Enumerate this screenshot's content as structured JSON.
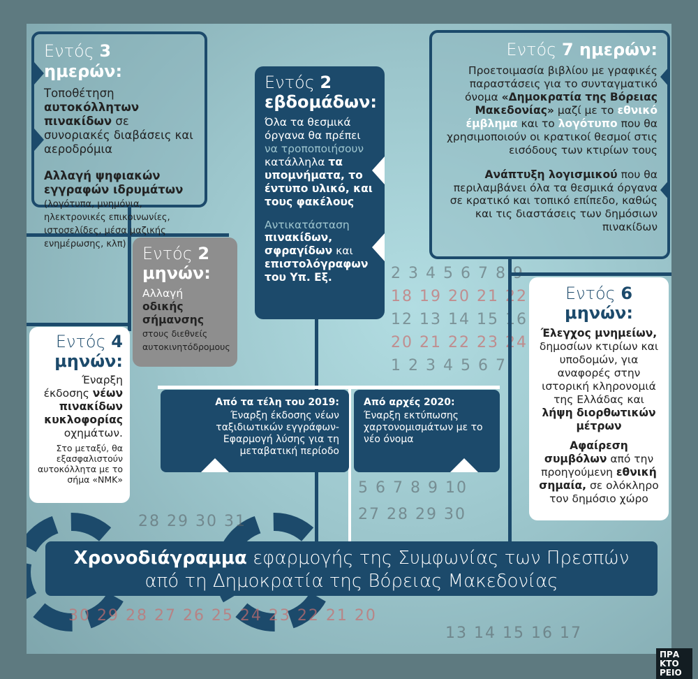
{
  "box_3_days": {
    "head_pre": "Εντός ",
    "head_bold": "3 ημερών:",
    "p1": [
      "Τοποθέτηση ",
      "αυτοκόλλητων πινακίδων",
      " σε συνοριακές διαβάσεις και αεροδρόμια"
    ],
    "p2_bold": "Αλλαγή ψηφιακών εγγραφών ιδρυμάτων",
    "p2_rest": "(λογότυπα, μνημόνια, ηλεκτρονικές επικοινωνίες, ιστοσελίδες, μέσα μαζικής ενημέρωσης, κλπ)"
  },
  "box_2_weeks": {
    "head_pre": "Εντός ",
    "head_bold1": "2",
    "head_bold2": "εβδομάδων:",
    "p1": [
      "Όλα τα θεσμικά όργανα θα πρέπει ",
      "να τροποποιήσουν",
      " κατάλληλα ",
      "τα υπομνήματα, το έντυπο υλικό, και τους φακέλους"
    ],
    "p2": [
      "Αντικατάσταση",
      "πινακίδων, σφραγίδων",
      " και ",
      "επιστολόγραφων του Υπ. Εξ."
    ]
  },
  "box_7_days": {
    "head_pre": "Εντός ",
    "head_bold": "7 ημερών:",
    "p1": [
      "Προετοιμασία βιβλίου με γραφικές παραστάσεις για το συνταγματικό όνομα ",
      "«Δημοκρατία της Βόρειας Μακεδονίας»",
      " μαζί με το ",
      "εθνικό έμβλημα",
      " και το ",
      "λογότυπο",
      " που θα χρησιμοποιούν οι κρατικοί θεσμοί στις εισόδους των κτιρίων τους"
    ],
    "p2": [
      "Ανάπτυξη λογισμικού",
      " που θα περιλαμβάνει όλα τα θεσμικά όργανα σε κρατικό και τοπικό επίπεδο, καθώς και τις διαστάσεις των δημόσιων πινακίδων"
    ]
  },
  "box_2_months": {
    "head_pre": "Εντός ",
    "head_bold1": "2",
    "head_bold2": "μηνών:",
    "p": [
      "Αλλαγή",
      "οδικής σήμανσης",
      "στους διεθνείς αυτοκινητόδρομους"
    ]
  },
  "box_4_months": {
    "head_pre": "Εντός ",
    "head_bold1": "4",
    "head_bold2": "μηνών:",
    "p1": [
      "Έναρξη έκδοσης ",
      "νέων πινακίδων κυκλοφορίας",
      " οχημάτων."
    ],
    "p2": "Στο μεταξύ, θα εξασφαλιστούν αυτοκόλλητα με το σήμα «NMK»"
  },
  "box_6_months": {
    "head_pre": "Εντός ",
    "head_bold1": "6",
    "head_bold2": "μηνών:",
    "p1": [
      "Έλεγχος μνημείων,",
      " δημοσίων κτιρίων και υποδομών, για αναφορές στην ιστορική κληρονομιά της Ελλάδας και ",
      "λήψη διορθωτικών μέτρων"
    ],
    "p2": [
      "Αφαίρεση συμβόλων",
      " από την προηγούμενη ",
      "εθνική σημαία,",
      " σε ολόκληρο τον δημόσιο χώρο"
    ]
  },
  "late_2019": {
    "head": "Από τα τέλη του 2019:",
    "text": "Έναρξη έκδοσης νέων ταξιδιωτικών εγγράφων- Εφαρμογή λύσης για τη μεταβατική περίοδο"
  },
  "early_2020": {
    "head": "Από αρχές 2020:",
    "text": "Έναρξη εκτύπωσης χαρτονομισμάτων με το νέο όνομα"
  },
  "title": {
    "bold": "Χρονοδιάγραμμα",
    "rest1": " εφαρμογής της Συμφωνίας των Πρεσπών",
    "line2": "από τη Δημοκρατία της Βόρειας Μακεδονίας"
  },
  "logo": {
    "l1": "ΠΡΑ",
    "l2": "ΚΤΟ",
    "l3": "ΡΕΙΟ"
  },
  "colors": {
    "navy": "#1c4a6b",
    "frame": "#5e7a80",
    "gray_box": "#8e8e8e"
  }
}
